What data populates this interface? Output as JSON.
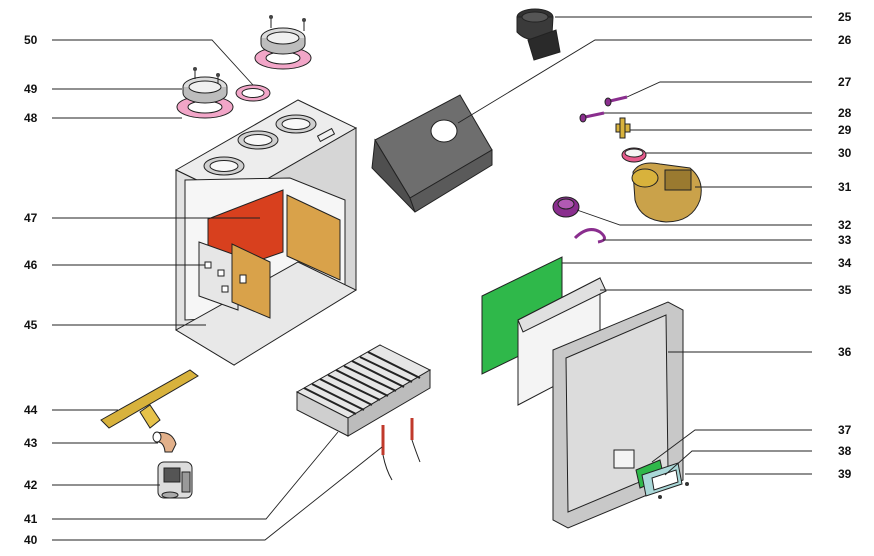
{
  "colors": {
    "grey_light": "#ececec",
    "grey_mid": "#c8c8c8",
    "grey_dark": "#7a7a7a",
    "red_panel": "#d8401e",
    "cork_panel": "#d9a24a",
    "green_filter": "#2fb84a",
    "pink_gasket": "#f2a6c8",
    "gold_part": "#d8b23c",
    "purple_part": "#8a2e8e",
    "fan_body": "#caa24a"
  },
  "labels": [
    {
      "id": "25",
      "text": "25"
    },
    {
      "id": "26",
      "text": "26"
    },
    {
      "id": "27",
      "text": "27"
    },
    {
      "id": "28",
      "text": "28"
    },
    {
      "id": "29",
      "text": "29"
    },
    {
      "id": "30",
      "text": "30"
    },
    {
      "id": "31",
      "text": "31"
    },
    {
      "id": "32",
      "text": "32"
    },
    {
      "id": "33",
      "text": "33"
    },
    {
      "id": "34",
      "text": "34"
    },
    {
      "id": "35",
      "text": "35"
    },
    {
      "id": "36",
      "text": "36"
    },
    {
      "id": "37",
      "text": "37"
    },
    {
      "id": "38",
      "text": "38"
    },
    {
      "id": "39",
      "text": "39"
    },
    {
      "id": "40",
      "text": "40"
    },
    {
      "id": "41",
      "text": "41"
    },
    {
      "id": "42",
      "text": "42"
    },
    {
      "id": "43",
      "text": "43"
    },
    {
      "id": "44",
      "text": "44"
    },
    {
      "id": "45",
      "text": "45"
    },
    {
      "id": "46",
      "text": "46"
    },
    {
      "id": "47",
      "text": "47"
    },
    {
      "id": "48",
      "text": "48"
    },
    {
      "id": "49",
      "text": "49"
    },
    {
      "id": "50",
      "text": "50"
    }
  ]
}
